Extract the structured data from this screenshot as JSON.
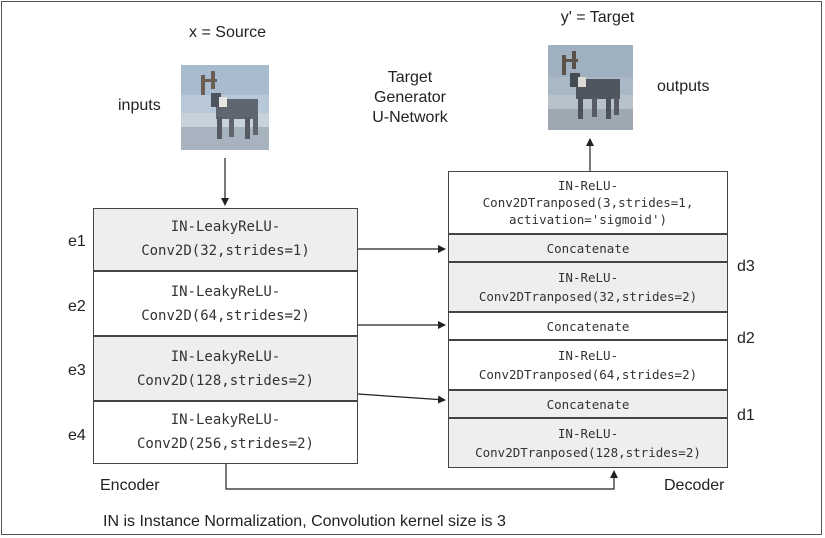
{
  "source_label": "x = Source",
  "target_label": "y' = Target",
  "inputs_label": "inputs",
  "outputs_label": "outputs",
  "title_lines": [
    "Target",
    "Generator",
    "U-Network"
  ],
  "encoder": {
    "label": "Encoder",
    "blocks": [
      {
        "id": "e1",
        "line1": "IN-LeakyReLU-",
        "line2": "Conv2D(32,strides=1)"
      },
      {
        "id": "e2",
        "line1": "IN-LeakyReLU-",
        "line2": "Conv2D(64,strides=2)"
      },
      {
        "id": "e3",
        "line1": "IN-LeakyReLU-",
        "line2": "Conv2D(128,strides=2)"
      },
      {
        "id": "e4",
        "line1": "IN-LeakyReLU-",
        "line2": "Conv2D(256,strides=2)"
      }
    ]
  },
  "decoder": {
    "label": "Decoder",
    "top_block": {
      "line1": "IN-ReLU-",
      "line2": "Conv2DTranposed(3,strides=1,",
      "line3": "activation='sigmoid')"
    },
    "concatenate": "Concatenate",
    "blocks": [
      {
        "id": "d3",
        "line1": "IN-ReLU-",
        "line2": "Conv2DTranposed(32,strides=2)"
      },
      {
        "id": "d2",
        "line1": "IN-ReLU-",
        "line2": "Conv2DTranposed(64,strides=2)"
      },
      {
        "id": "d1",
        "line1": "IN-ReLU-",
        "line2": "Conv2DTranposed(128,strides=2)"
      }
    ]
  },
  "footnote": "IN is Instance Normalization, Convolution kernel size is 3",
  "colors": {
    "shaded": "#eeeeee",
    "border": "#444444",
    "arrow": "#222222"
  }
}
